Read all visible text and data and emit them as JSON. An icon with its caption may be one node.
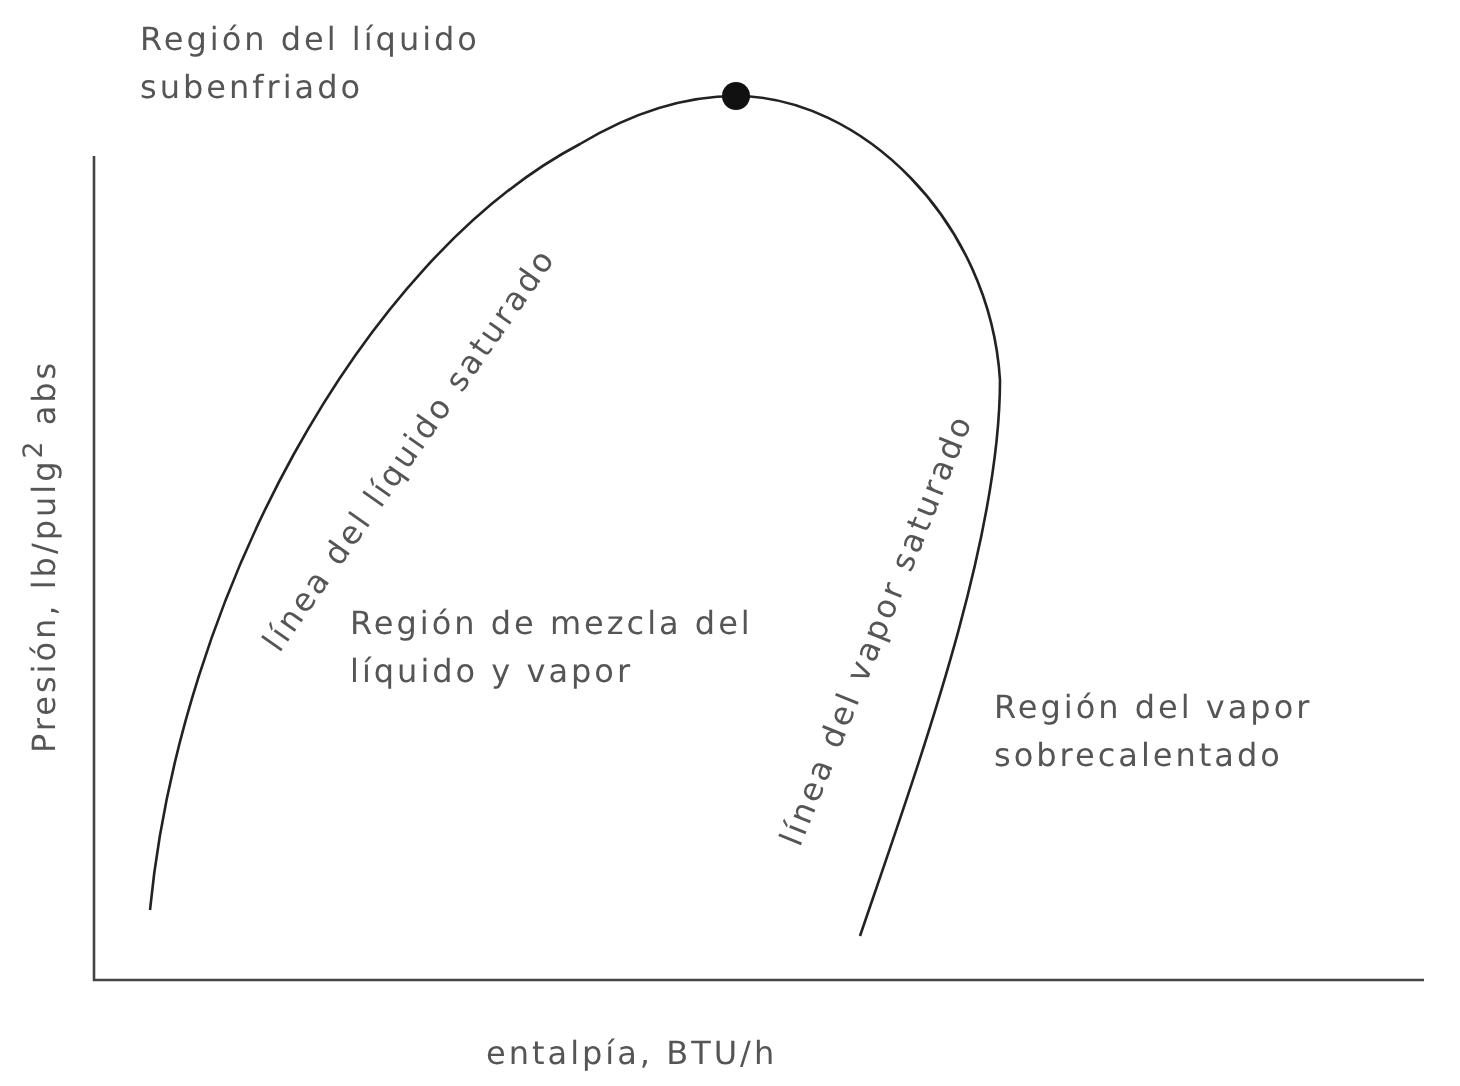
{
  "diagram": {
    "labels": [
      "Región del líquido subenfriado",
      "línea del líquido saturado",
      "Región de mezcla del líquido y vapor",
      "línea del vapor saturado",
      "Región del vapor sobrecalentado",
      "Presión, lb/pulg$^{2}$ abs",
      "entalpía, BTU/h"
    ]
  }
}
